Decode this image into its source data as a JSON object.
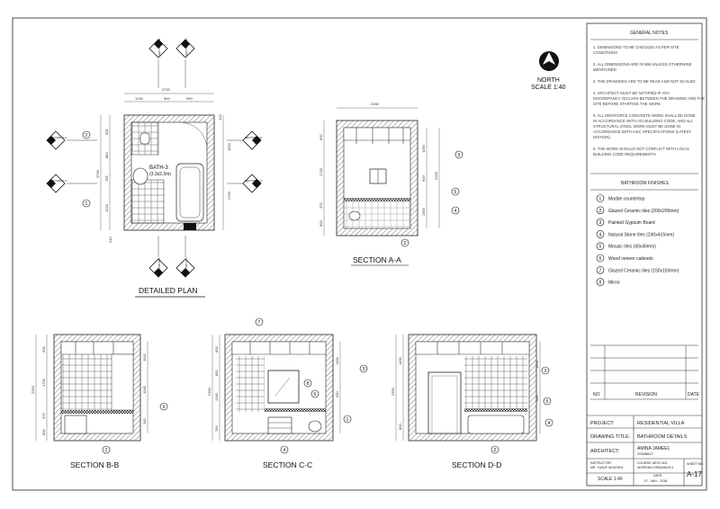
{
  "plan": {
    "title": "DETAILED PLAN",
    "room_label": "BATH-3",
    "room_size": "(3.3x2.3m)",
    "dims_top": [
      "2720",
      "1230",
      "500",
      "990"
    ],
    "dims_left": [
      "905",
      "880",
      "765",
      "1220"
    ],
    "dims_right": [
      "1550",
      "2760",
      "120"
    ],
    "dims_left_total": "3760",
    "dim_bottom": "240",
    "section_tags": [
      "SECTION A-A",
      "SECTION B-B",
      "SECTION C-C",
      "SECTION D-D"
    ]
  },
  "north": {
    "label": "NORTH",
    "scale": "SCALE 1:40"
  },
  "sections": {
    "aa": {
      "title": "SECTION A-A",
      "width_dim": "2280",
      "dims": [
        "600",
        "1730",
        "475",
        "800",
        "1050",
        "2000",
        "600",
        "1300"
      ]
    },
    "bb": {
      "title": "SECTION B-B",
      "dims": [
        "905",
        "1730",
        "2350",
        "475",
        "800",
        "1110",
        "1045",
        "260"
      ]
    },
    "cc": {
      "title": "SECTION C-C",
      "dims": [
        "600",
        "850",
        "2350",
        "1340",
        "760",
        "1450",
        "600"
      ]
    },
    "dd": {
      "title": "SECTION D-D",
      "dims": [
        "1490",
        "2350",
        "800",
        "1450",
        "600"
      ]
    }
  },
  "markers": [
    "1",
    "2",
    "3",
    "4",
    "5",
    "6",
    "7",
    "8"
  ],
  "general_notes": {
    "heading": "GENERAL NOTES",
    "items": [
      "1. DIMENSIONS TO BE CHECKED AS PER SITE CONDITIONS",
      "2. ALL DIMENSIONS ARE IN MM UNLESS OTHERWISE MENTIONED",
      "3. THE DRAWINGS ARE TO BE READ AND NOT SCALED",
      "4. ARCHITECT MUST BE NOTIFIED IF ANY DISCREPANCY OCCURS BETWEEN THE DRAWING AND THE SITE BEFORE STARTING THE WORK",
      "5. ALL REINFORCE CONCRETE WORK SHALL BE DONE IN ACCORDANCE WITH ACI BUILDING CODE, AND ALL STRUCTURAL STEEL WORK MUST BE DONE IN ACCORDANCE WITH AISC SPECIFICATIONS (LATEST EDITION)",
      "6. THE WORK SHOULD NOT CONFLICT WITH LOCAL BUILDING CODE REQUIREMENTS"
    ]
  },
  "finishes": {
    "heading": "BATHROOM FINISHES",
    "items": [
      {
        "num": "1",
        "text": "Marble countertop"
      },
      {
        "num": "2",
        "text": "Glazed Ceramic tiles (200x200mm)"
      },
      {
        "num": "3",
        "text": "Painted Gypsum Board"
      },
      {
        "num": "4",
        "text": "Natural Stone tiles (240x415mm)"
      },
      {
        "num": "5",
        "text": "Mosaic tiles (40x40mm)"
      },
      {
        "num": "6",
        "text": "Wood veneer cabinets"
      },
      {
        "num": "7",
        "text": "Glazed Ceramic tiles (150x150mm)"
      },
      {
        "num": "8",
        "text": "Mirror"
      }
    ]
  },
  "revision": {
    "no": "NO",
    "revision": "REVISION",
    "date": "DATE"
  },
  "title_block": {
    "project_label": "PROJECT:",
    "project": "RESIDENTIAL VILLA",
    "drawing_label": "DRAWING TITLE:",
    "drawing": "BATHROOM DETAILS",
    "architect_label": "ARCHITECT:",
    "architect": "AMINA JAMEEL",
    "architect_id": "20548627",
    "instructor": "INSTRUCTOR",
    "instructor_name": "MR. YUSUF MUSTAFA",
    "course": "COURSE: ARCH 402",
    "course_name": "WORKING DRAWINGS II",
    "date_label": "DATE:",
    "date": "07 - MAY - 2018",
    "sheet_label": "SHEET NO:",
    "sheet": "A-17",
    "scale": "SCALE 1:40"
  }
}
